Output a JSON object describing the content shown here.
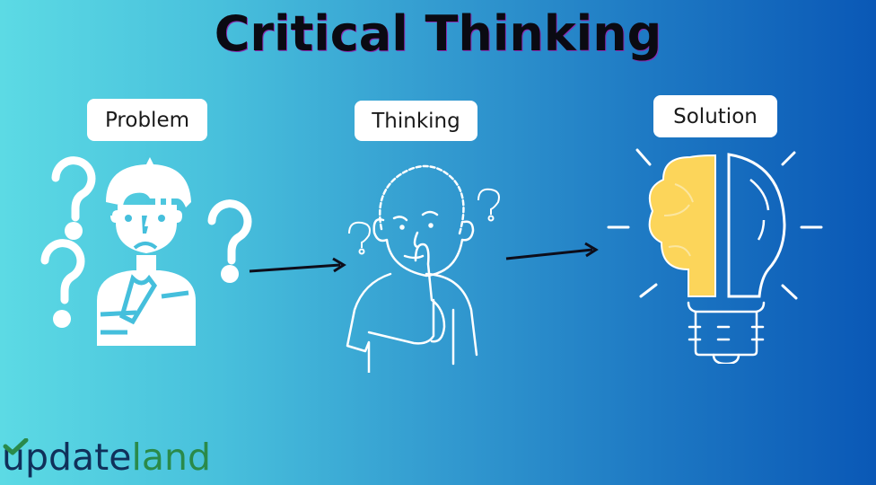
{
  "title": "Critical Thinking",
  "stages": [
    {
      "label": "Problem",
      "icon": "confused-person-icon"
    },
    {
      "label": "Thinking",
      "icon": "thinking-person-icon"
    },
    {
      "label": "Solution",
      "icon": "brain-lightbulb-icon"
    }
  ],
  "logo": {
    "part1": "updateland_dark",
    "text_dark": "updat",
    "text_dark2": "e",
    "text_green": "land",
    "prefix_char": "u"
  },
  "colors": {
    "gradient_left": "#5cdae4",
    "gradient_mid": "#339bd0",
    "gradient_right": "#0a58b6",
    "brain_yellow": "#fcd55a",
    "logo_dark": "#10305a",
    "logo_green": "#2a8a4a"
  }
}
